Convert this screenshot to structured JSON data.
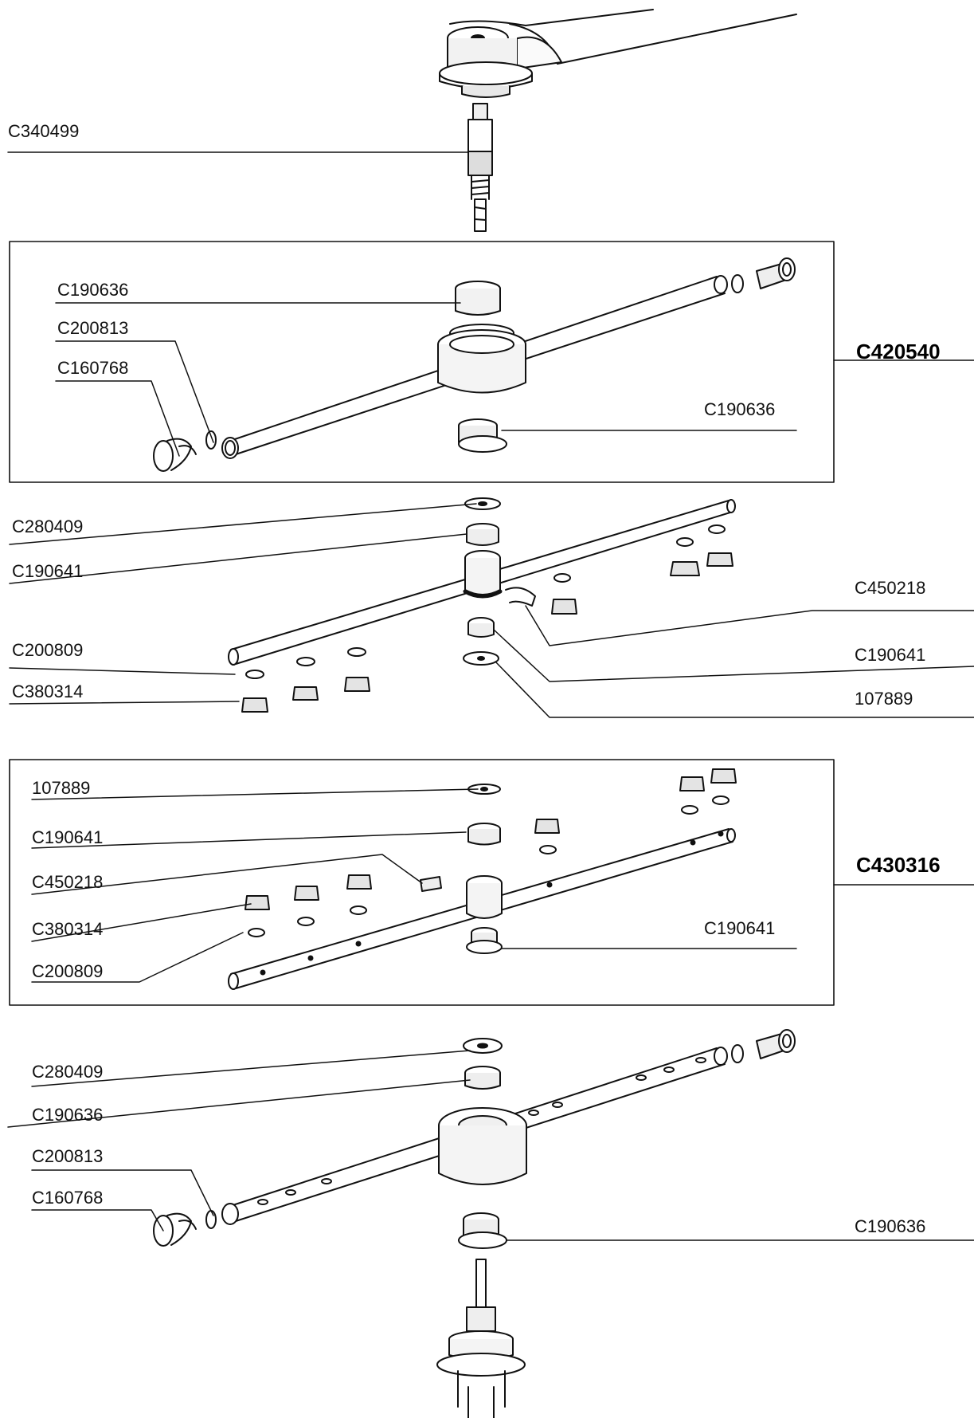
{
  "assemblies": {
    "top_box": "C420540",
    "middle_box": "C430316"
  },
  "callouts": {
    "c1": "C340499",
    "c2": "C190636",
    "c3": "C200813",
    "c4": "C160768",
    "c5": "C190636",
    "c6": "C280409",
    "c7": "C190641",
    "c8": "C450218",
    "c9": "C200809",
    "c10": "C190641",
    "c11": "C380314",
    "c12": "107889",
    "c13": "107889",
    "c14": "C190641",
    "c15": "C450218",
    "c16": "C380314",
    "c17": "C190641",
    "c18": "C200809",
    "c19": "C280409",
    "c20": "C190636",
    "c21": "C200813",
    "c22": "C160768",
    "c23": "C190636"
  }
}
